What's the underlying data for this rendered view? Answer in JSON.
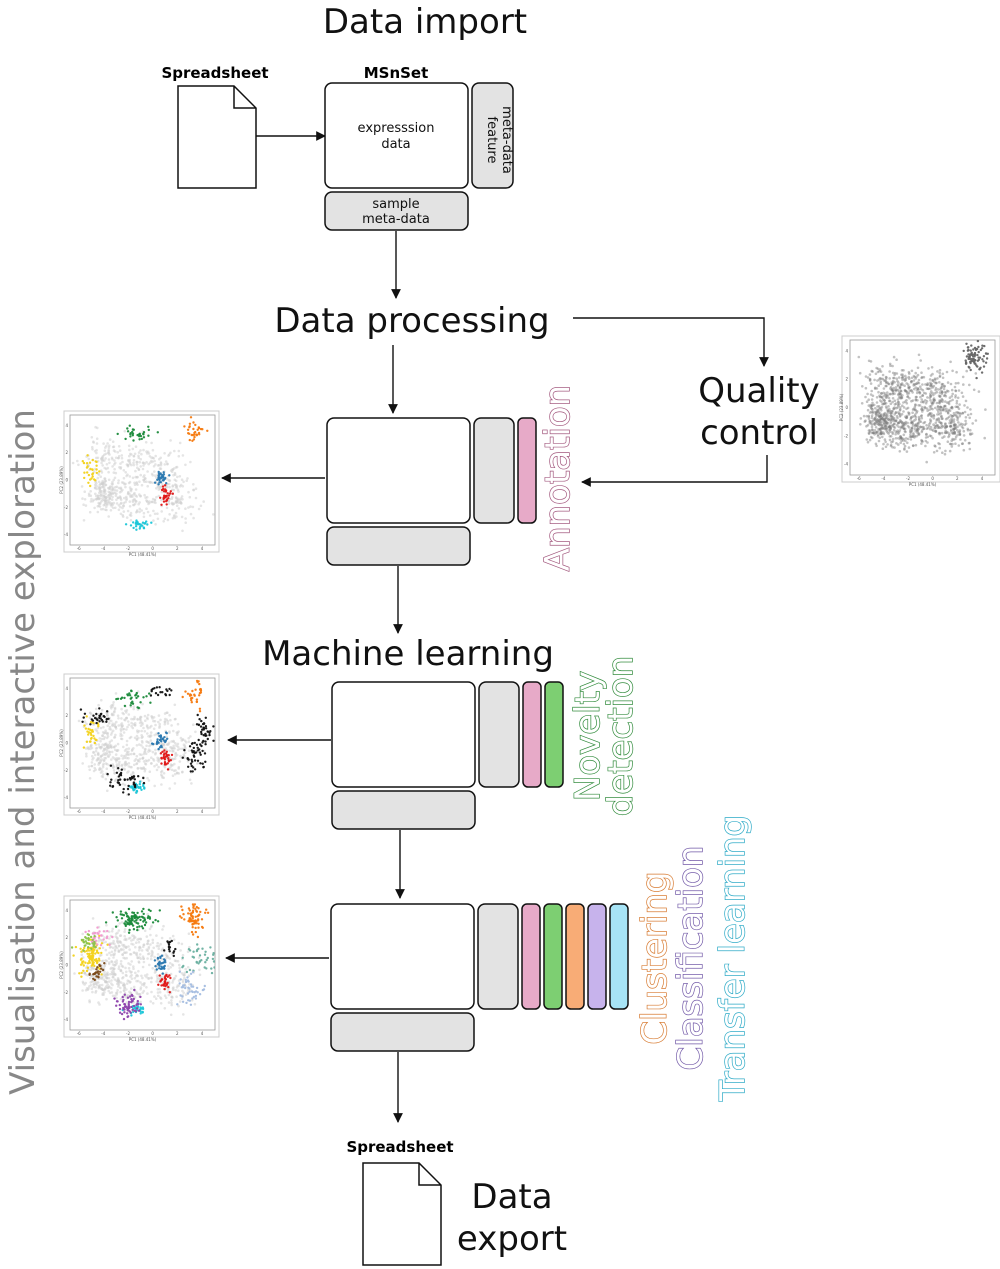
{
  "steps": {
    "import": "Data import",
    "processing": "Data processing",
    "qc": [
      "Quality",
      "control"
    ],
    "ml": "Machine learning",
    "export": [
      "Data",
      "export"
    ]
  },
  "labels": {
    "spreadsheet_in": "Spreadsheet",
    "msnset": "MSnSet",
    "expression": [
      "expresssion",
      "data"
    ],
    "feature": [
      "feature",
      "meta-data"
    ],
    "sample": [
      "sample",
      "meta-data"
    ],
    "spreadsheet_out": "Spreadsheet"
  },
  "side_labels": {
    "annotation": "Annotation",
    "novelty": [
      "Novelty",
      "detection"
    ],
    "clustering": "Clustering",
    "classification": "Classification",
    "transfer": "Transfer learning",
    "visualisation": "Visualisation and interactive exploration"
  },
  "plot_axes": {
    "x_label": "PC1 (48.41%)",
    "y_label": "PC2 (23.89%)",
    "x_ticks": [
      "-6",
      "-4",
      "-2",
      "0",
      "2",
      "4"
    ],
    "y_ticks": [
      "4",
      "2",
      "0",
      "-2",
      "-4"
    ]
  },
  "colors": {
    "annotation": "#e7aac8",
    "novelty": "#7dcf72",
    "clustering": "#f8ac76",
    "classification": "#c7b3ec",
    "transfer": "#a7e4f6",
    "annotation_text": "#a2577d",
    "novelty_text": "#2f8a3a",
    "clustering_text": "#d77a30",
    "classification_text": "#7158a7",
    "transfer_text": "#2ba9c6",
    "visualisation_text": "#888888",
    "meta_fill": "#e3e3e3"
  }
}
